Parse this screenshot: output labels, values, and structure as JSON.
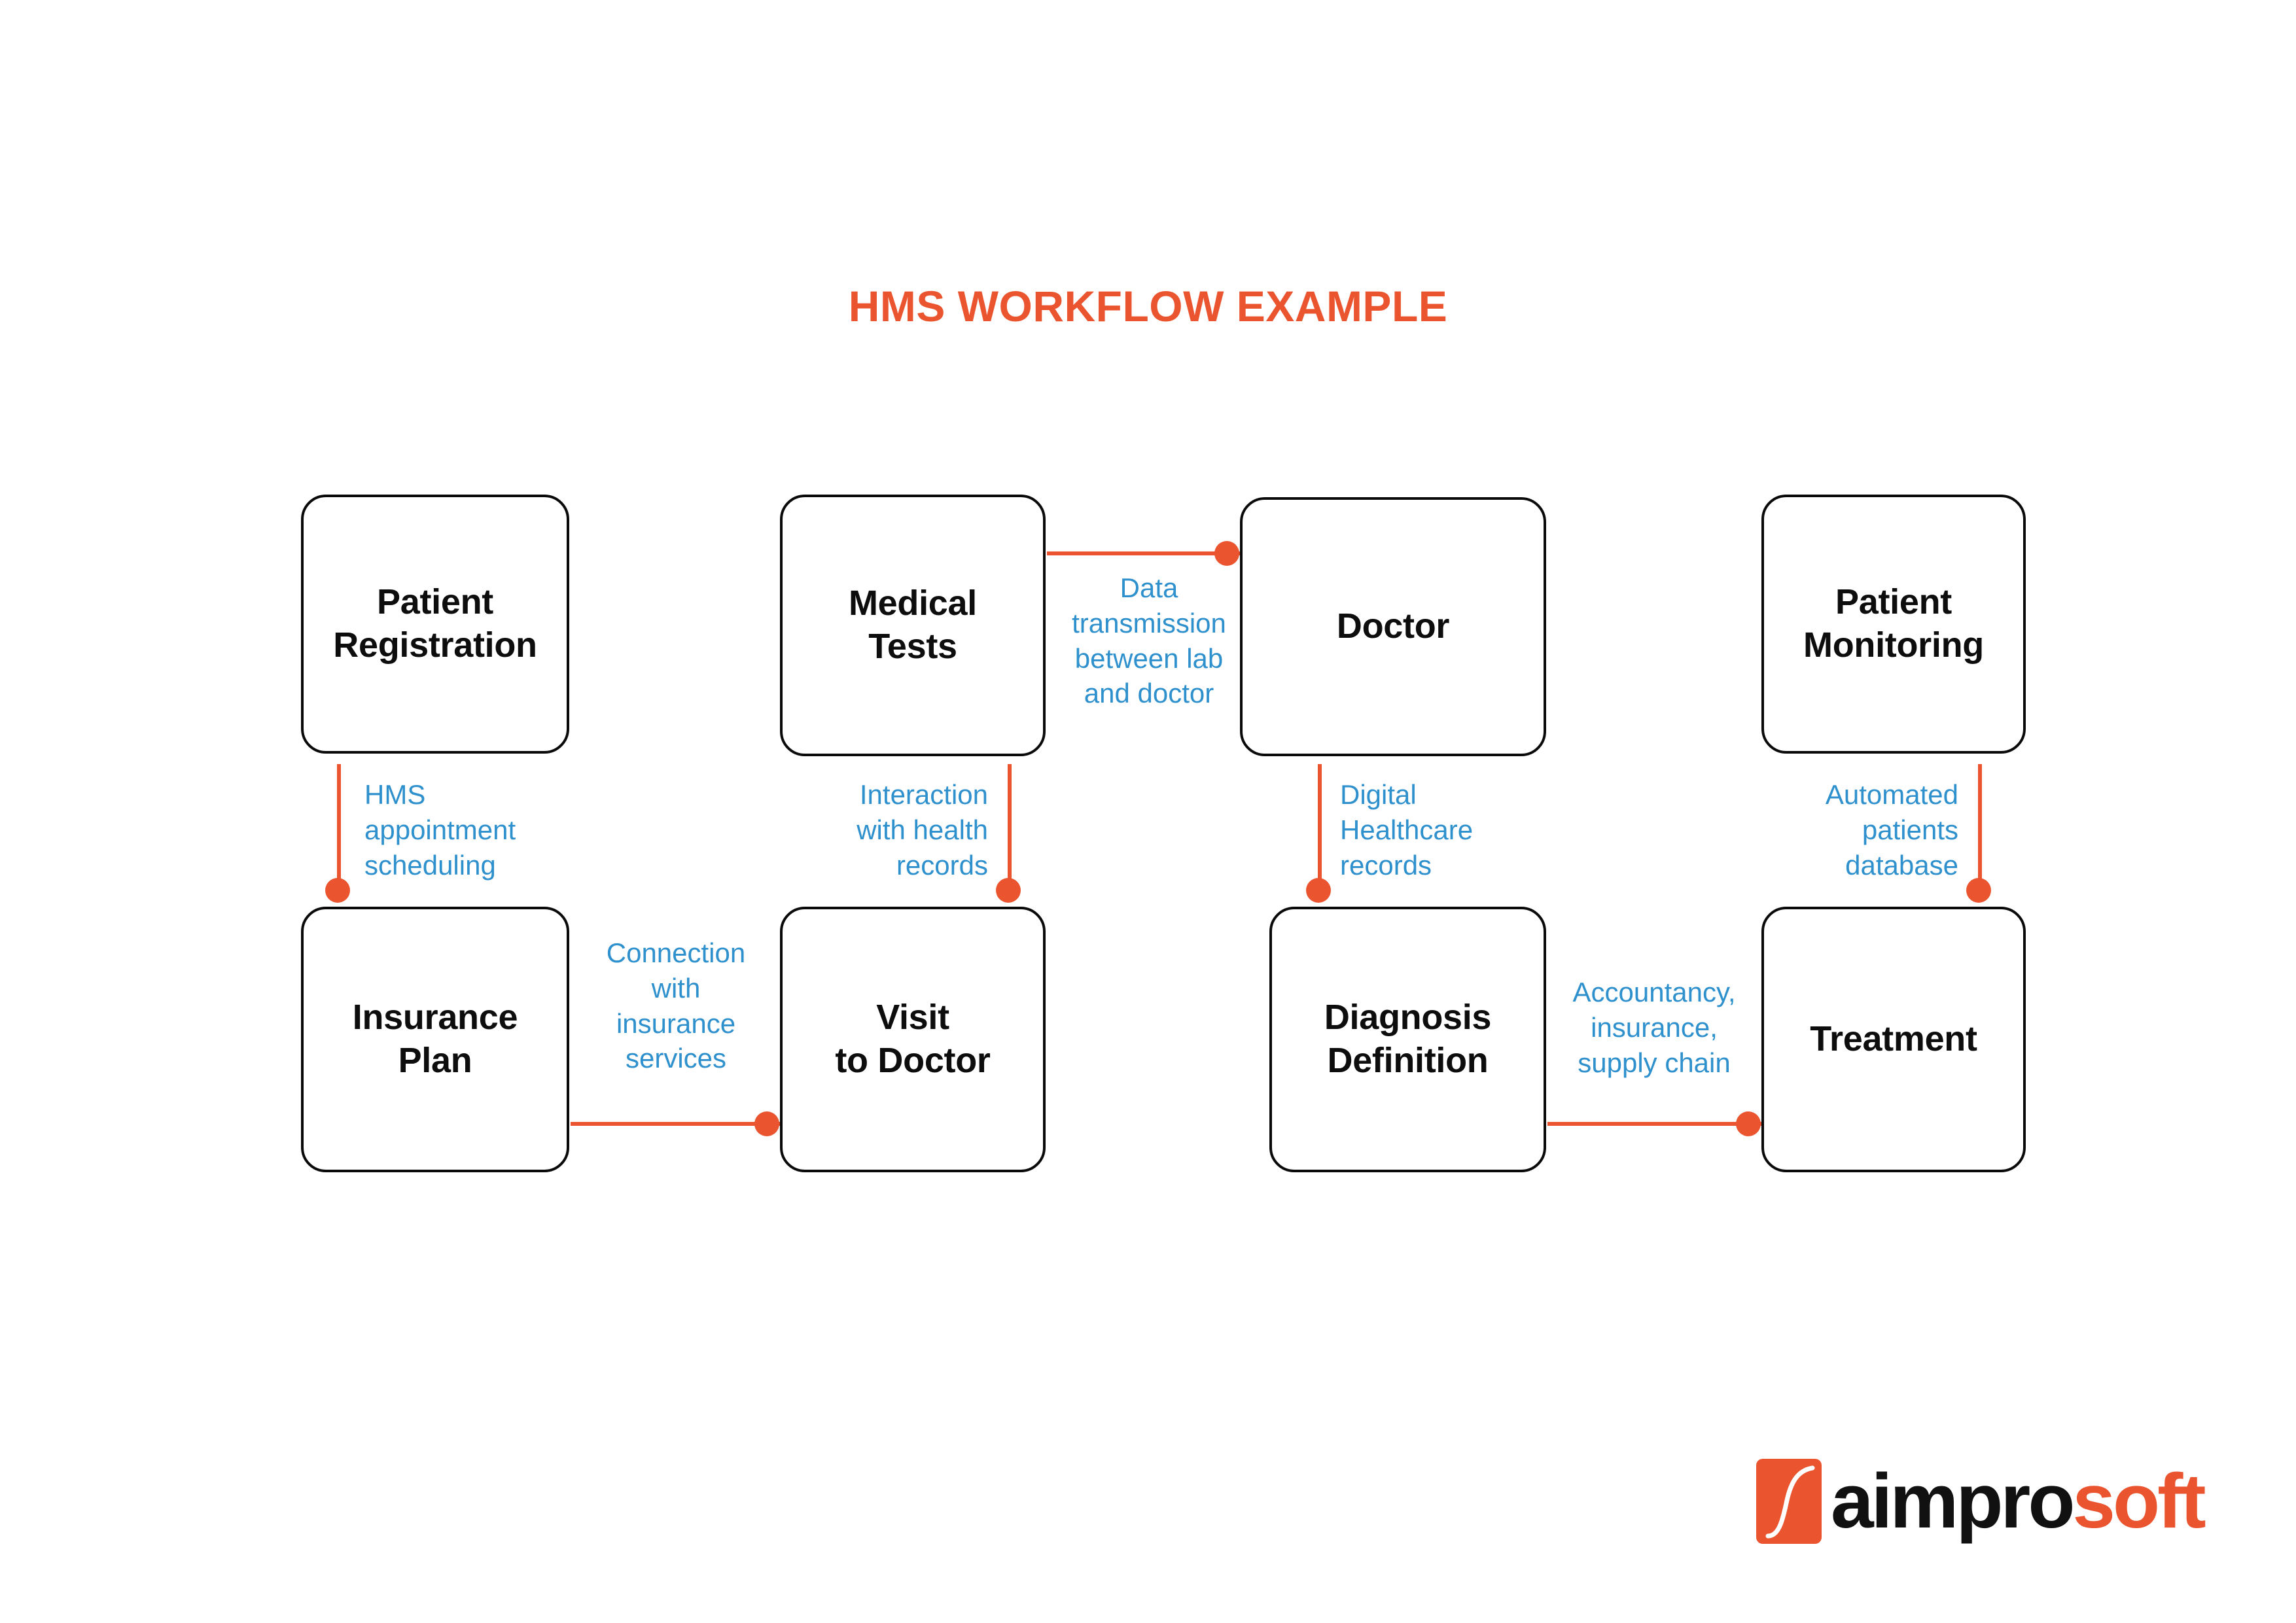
{
  "title": "HMS WORKFLOW EXAMPLE",
  "colors": {
    "accent_orange": "#EA5530",
    "label_blue": "#2E90CC",
    "box_border": "#0A0A0A",
    "box_text": "#0D0D0D",
    "background": "#FFFFFF"
  },
  "nodes": [
    {
      "id": "patient-registration",
      "label": "Patient\nRegistration"
    },
    {
      "id": "medical-tests",
      "label": "Medical\nTests"
    },
    {
      "id": "doctor",
      "label": "Doctor"
    },
    {
      "id": "patient-monitoring",
      "label": "Patient\nMonitoring"
    },
    {
      "id": "insurance-plan",
      "label": "Insurance\nPlan"
    },
    {
      "id": "visit-to-doctor",
      "label": "Visit\nto Doctor"
    },
    {
      "id": "diagnosis-definition",
      "label": "Diagnosis\nDefinition"
    },
    {
      "id": "treatment",
      "label": "Treatment"
    }
  ],
  "edges": [
    {
      "id": "hms-appointment-scheduling",
      "label": "HMS\nappointment\nscheduling",
      "from": "patient-registration",
      "to": "insurance-plan"
    },
    {
      "id": "interaction-health-records",
      "label": "Interaction\nwith health\nrecords",
      "from": "medical-tests",
      "to": "visit-to-doctor"
    },
    {
      "id": "data-transmission",
      "label": "Data\ntransmission\nbetween lab\nand doctor",
      "from": "medical-tests",
      "to": "doctor"
    },
    {
      "id": "digital-healthcare-records",
      "label": "Digital\nHealthcare\nrecords",
      "from": "doctor",
      "to": "diagnosis-definition"
    },
    {
      "id": "automated-patients-database",
      "label": "Automated\npatients\ndatabase",
      "from": "patient-monitoring",
      "to": "treatment"
    },
    {
      "id": "connection-insurance",
      "label": "Connection\nwith\ninsurance\nservices",
      "from": "insurance-plan",
      "to": "visit-to-doctor"
    },
    {
      "id": "accountancy-insurance",
      "label": "Accountancy,\ninsurance,\nsupply chain",
      "from": "diagnosis-definition",
      "to": "treatment"
    }
  ],
  "logo": {
    "word_dark": "aimpro",
    "word_accent": "soft",
    "mark_icon": "s-curve-icon"
  }
}
